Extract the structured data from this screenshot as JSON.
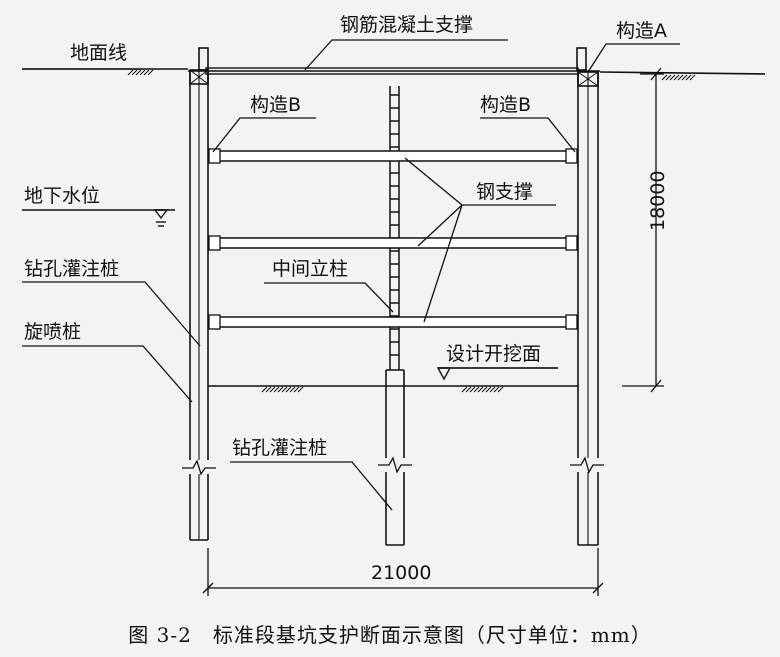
{
  "labels": {
    "ground_line": "地面线",
    "rc_strut": "钢筋混凝土支撑",
    "detail_a": "构造A",
    "detail_b_left": "构造B",
    "detail_b_right": "构造B",
    "groundwater": "地下水位",
    "steel_strut": "钢支撑",
    "bored_pile_left": "钻孔灌注桩",
    "middle_column": "中间立柱",
    "jet_grout_pile": "旋喷桩",
    "design_excavation": "设计开挖面",
    "bored_pile_bottom": "钻孔灌注桩"
  },
  "dimensions": {
    "depth": "18000",
    "width": "21000"
  },
  "caption": "图 3-2　标准段基坑支护断面示意图（尺寸单位：mm）",
  "colors": {
    "line": "#111111",
    "strut_fill": "#ffffff",
    "background": "#f3f3f1"
  }
}
